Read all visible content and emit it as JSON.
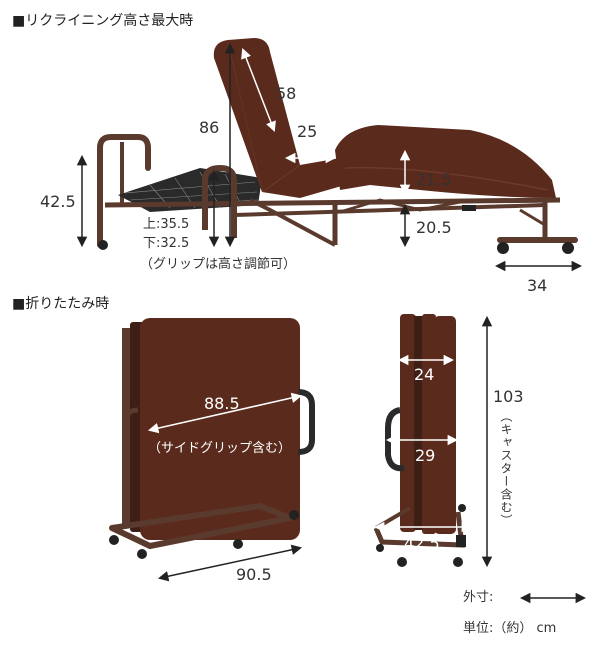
{
  "section1": {
    "title": "■リクライニング高さ最大時",
    "dim_58": "58",
    "dim_86": "86",
    "dim_25": "25",
    "dim_42_5": "42.5",
    "dim_21_5": "21.5",
    "dim_20_5": "20.5",
    "dim_34": "34",
    "grip_upper": "上:35.5",
    "grip_lower": "下:32.5",
    "grip_note": "（グリップは高さ調節可）"
  },
  "section2": {
    "title": "■折りたたみ時",
    "dim_88_5": "88.5",
    "side_grip_note": "（サイドグリップ含む）",
    "dim_90_5": "90.5",
    "dim_24": "24",
    "dim_29": "29",
    "dim_42_5": "42.5",
    "dim_103": "103",
    "caster_note": "（キャスター含む）"
  },
  "legend": {
    "outer_label": "外寸:",
    "unit_label": "単位:（約） cm"
  },
  "colors": {
    "mattress": "#5a2a1c",
    "frame": "#5b3a2e",
    "arrow": "#222222"
  }
}
